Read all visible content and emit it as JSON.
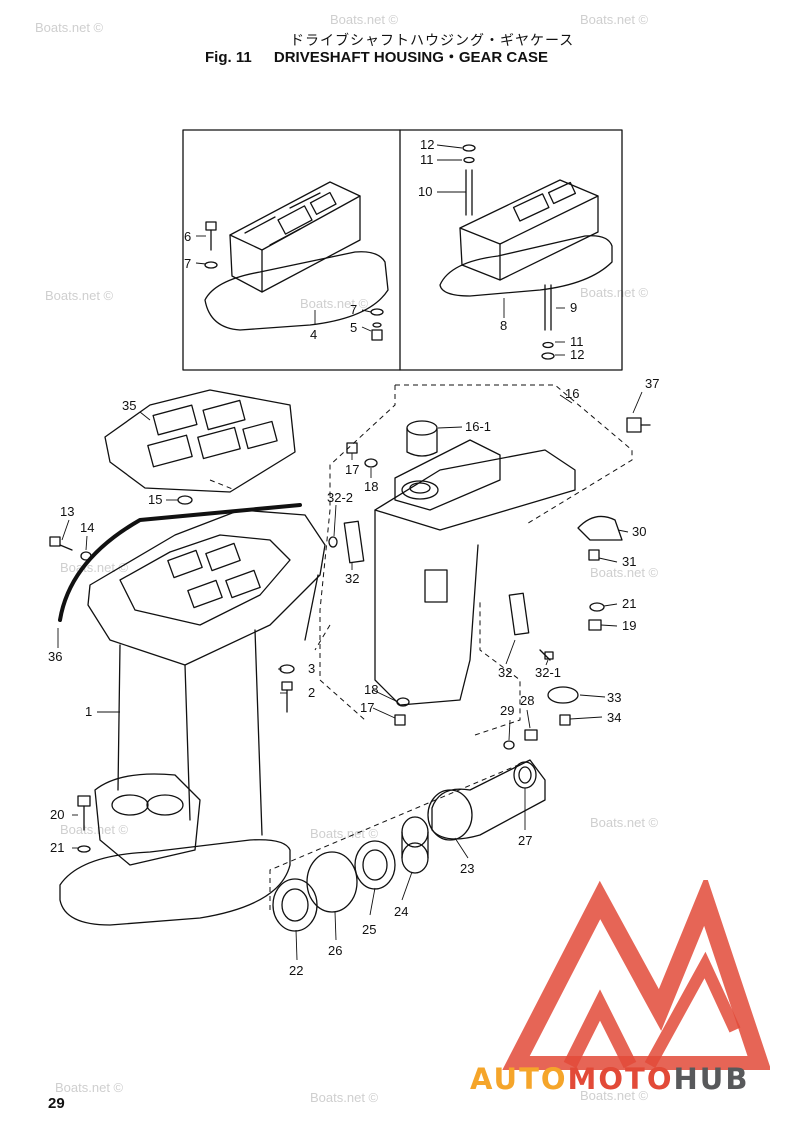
{
  "header": {
    "title_jp": "ドライブシャフトハウジング・ギヤケース",
    "fig_label": "Fig. 11",
    "title_en": "DRIVESHAFT HOUSING・GEAR CASE"
  },
  "page_number": "29",
  "watermark_text": "Boats.net ©",
  "callouts": {
    "c1": "1",
    "c2": "2",
    "c3": "3",
    "c4": "4",
    "c5": "5",
    "c6": "6",
    "c7a": "7",
    "c7b": "7",
    "c8": "8",
    "c9": "9",
    "c10": "10",
    "c11a": "11",
    "c11b": "11",
    "c12a": "12",
    "c12b": "12",
    "c13": "13",
    "c14": "14",
    "c15": "15",
    "c16": "16",
    "c16_1": "16-1",
    "c17a": "17",
    "c17b": "17",
    "c18a": "18",
    "c18b": "18",
    "c19": "19",
    "c20": "20",
    "c21a": "21",
    "c21b": "21",
    "c22": "22",
    "c23": "23",
    "c24": "24",
    "c25": "25",
    "c26": "26",
    "c27": "27",
    "c28": "28",
    "c29": "29",
    "c30": "30",
    "c31": "31",
    "c32a": "32",
    "c32b": "32",
    "c32_1": "32-1",
    "c32_2": "32-2",
    "c33": "33",
    "c34": "34",
    "c35": "35",
    "c36": "36",
    "c37": "37"
  },
  "brand": {
    "part1": "AUTO",
    "part2": "MOTO",
    "part3": "HUB"
  },
  "colors": {
    "brand_orange": "#f5a52a",
    "brand_red": "#e24a38",
    "brand_gray": "#58595b"
  }
}
